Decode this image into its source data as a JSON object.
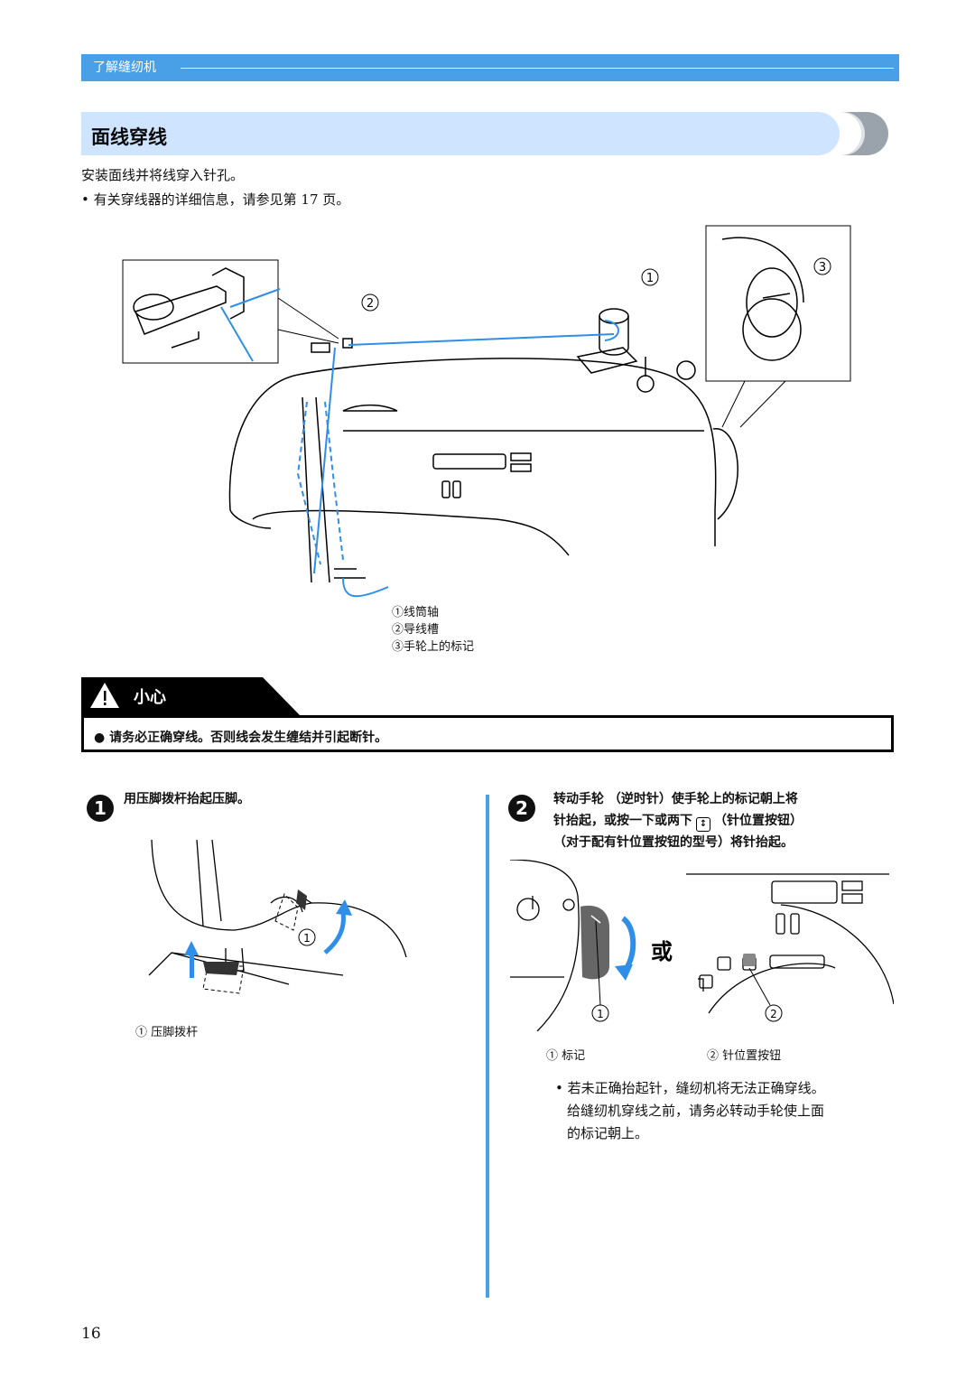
{
  "header": {
    "section": "了解缝纫机"
  },
  "title": "面线穿线",
  "intro": {
    "line1": "安装面线并将线穿入针孔。",
    "bullet1": "有关穿线器的详细信息，请参见第 17 页。"
  },
  "figure_main": {
    "callouts": [
      "1",
      "2",
      "3"
    ],
    "legend": [
      "①线筒轴",
      "②导线槽",
      "③手轮上的标记"
    ]
  },
  "caution": {
    "heading": "小心",
    "text": "请务必正确穿线。否则线会发生缠结并引起断针。"
  },
  "step1": {
    "number": "1",
    "text": "用压脚拨杆抬起压脚。",
    "figure_callout": "1",
    "legend": "① 压脚拨杆"
  },
  "step2": {
    "number": "2",
    "text_line1": "转动手轮 （逆时针）使手轮上的标记朝上将",
    "text_line2a": "针抬起，或按一下或两下",
    "text_line2b": "（针位置按钮）",
    "text_line3": "（对于配有针位置按钮的型号）将针抬起。",
    "or_label": "或",
    "figure_callouts": [
      "1",
      "2"
    ],
    "legend1": "① 标记",
    "legend2": "② 针位置按钮",
    "note_line1": "若未正确抬起针，缝纫机将无法正确穿线。",
    "note_line2": "给缝纫机穿线之前，请务必转动手轮使上面",
    "note_line3": "的标记朝上。"
  },
  "page_number": "16",
  "colors": {
    "accent": "#4aa0e6",
    "title_bg": "#cfe4ff",
    "thread": "#2f8fe8"
  }
}
